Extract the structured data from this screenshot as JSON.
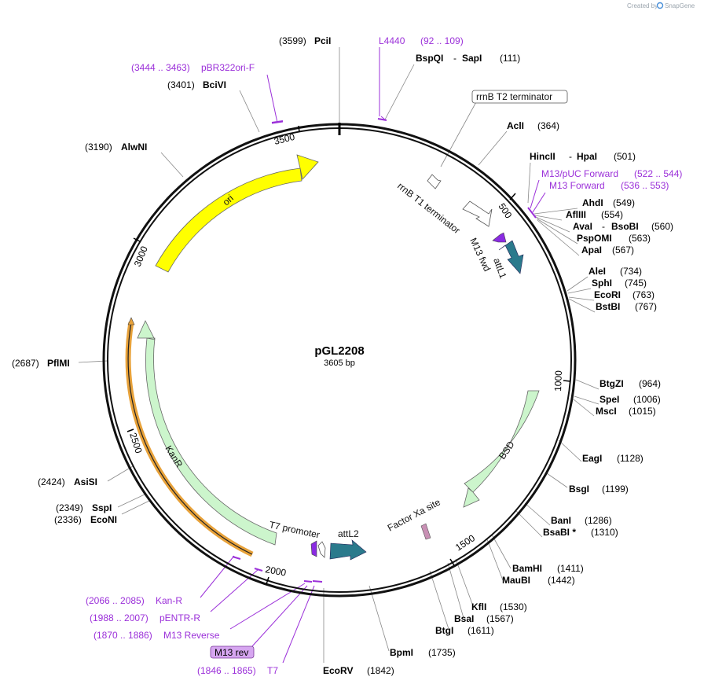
{
  "plasmid": {
    "name": "pGL2208",
    "length_text": "3605 bp",
    "total_bp": 3605
  },
  "watermark": {
    "created_by": "Created by",
    "brand": "SnapGene"
  },
  "ticks": [
    "500",
    "1000",
    "1500",
    "2000",
    "2500",
    "3000",
    "3500"
  ],
  "features": [
    {
      "id": "ori",
      "label": "ori",
      "color": "#ffff00"
    },
    {
      "id": "kanr",
      "label": "KanR",
      "color": "#ccf5cc"
    },
    {
      "id": "bsd",
      "label": "BSD",
      "color": "#ccf5cc"
    },
    {
      "id": "attl1",
      "label": "attL1",
      "color": "#2b7a8c"
    },
    {
      "id": "attl2",
      "label": "attL2",
      "color": "#2b7a8c"
    },
    {
      "id": "t7prom",
      "label": "T7 promoter",
      "color": "#ffffff"
    },
    {
      "id": "rrnbt1",
      "label": "rrnB T1 terminator",
      "color": "#ffffff"
    },
    {
      "id": "rrnbt2",
      "label": "rrnB T2 terminator",
      "color": "#ffffff"
    },
    {
      "id": "m13fwd",
      "label": "M13 fwd",
      "color": "#8a2be2"
    },
    {
      "id": "factorxa",
      "label": "Factor Xa site",
      "color": "#c890b4"
    },
    {
      "id": "m13rev",
      "label": "M13 rev",
      "color": "#d6a6f0"
    }
  ],
  "enzymes": [
    {
      "name": "PciI",
      "pos": "(3599)"
    },
    {
      "name": "BspQI",
      "sep": "-",
      "name2": "SapI",
      "pos": "(111)"
    },
    {
      "name": "AclI",
      "pos": "(364)"
    },
    {
      "name": "HincII",
      "sep": "-",
      "name2": "HpaI",
      "pos": "(501)"
    },
    {
      "name": "AhdI",
      "pos": "(549)"
    },
    {
      "name": "AflIII",
      "pos": "(554)"
    },
    {
      "name": "AvaI",
      "sep": "-",
      "name2": "BsoBI",
      "pos": "(560)"
    },
    {
      "name": "PspOMI",
      "pos": "(563)"
    },
    {
      "name": "ApaI",
      "pos": "(567)"
    },
    {
      "name": "AleI",
      "pos": "(734)"
    },
    {
      "name": "SphI",
      "pos": "(745)"
    },
    {
      "name": "EcoRI",
      "pos": "(763)"
    },
    {
      "name": "BstBI",
      "pos": "(767)"
    },
    {
      "name": "BtgZI",
      "pos": "(964)"
    },
    {
      "name": "SpeI",
      "pos": "(1006)"
    },
    {
      "name": "MscI",
      "pos": "(1015)"
    },
    {
      "name": "EagI",
      "pos": "(1128)"
    },
    {
      "name": "BsgI",
      "pos": "(1199)"
    },
    {
      "name": "BanI",
      "pos": "(1286)"
    },
    {
      "name": "BsaBI *",
      "pos": "(1310)"
    },
    {
      "name": "BamHI",
      "pos": "(1411)"
    },
    {
      "name": "MauBI",
      "pos": "(1442)"
    },
    {
      "name": "KflI",
      "pos": "(1530)"
    },
    {
      "name": "BsaI",
      "pos": "(1567)"
    },
    {
      "name": "BtgI",
      "pos": "(1611)"
    },
    {
      "name": "BpmI",
      "pos": "(1735)"
    },
    {
      "name": "EcoRV",
      "pos": "(1842)"
    },
    {
      "name": "EcoNI",
      "pos": "(2336)"
    },
    {
      "name": "SspI",
      "pos": "(2349)"
    },
    {
      "name": "AsiSI",
      "pos": "(2424)"
    },
    {
      "name": "PflMI",
      "pos": "(2687)"
    },
    {
      "name": "AlwNI",
      "pos": "(3190)"
    },
    {
      "name": "BciVI",
      "pos": "(3401)"
    }
  ],
  "primers": [
    {
      "name": "L4440",
      "range": "(92 .. 109)"
    },
    {
      "name": "pBR322ori-F",
      "range": "(3444 .. 3463)"
    },
    {
      "name": "M13/pUC Forward",
      "range": "(522 .. 544)"
    },
    {
      "name": "M13 Forward",
      "range": "(536 .. 553)"
    },
    {
      "name": "Kan-R",
      "range": "(2066 .. 2085)"
    },
    {
      "name": "pENTR-R",
      "range": "(1988 .. 2007)"
    },
    {
      "name": "M13 Reverse",
      "range": "(1870 .. 1886)"
    },
    {
      "name": "T7",
      "range": "(1846 .. 1865)"
    }
  ]
}
